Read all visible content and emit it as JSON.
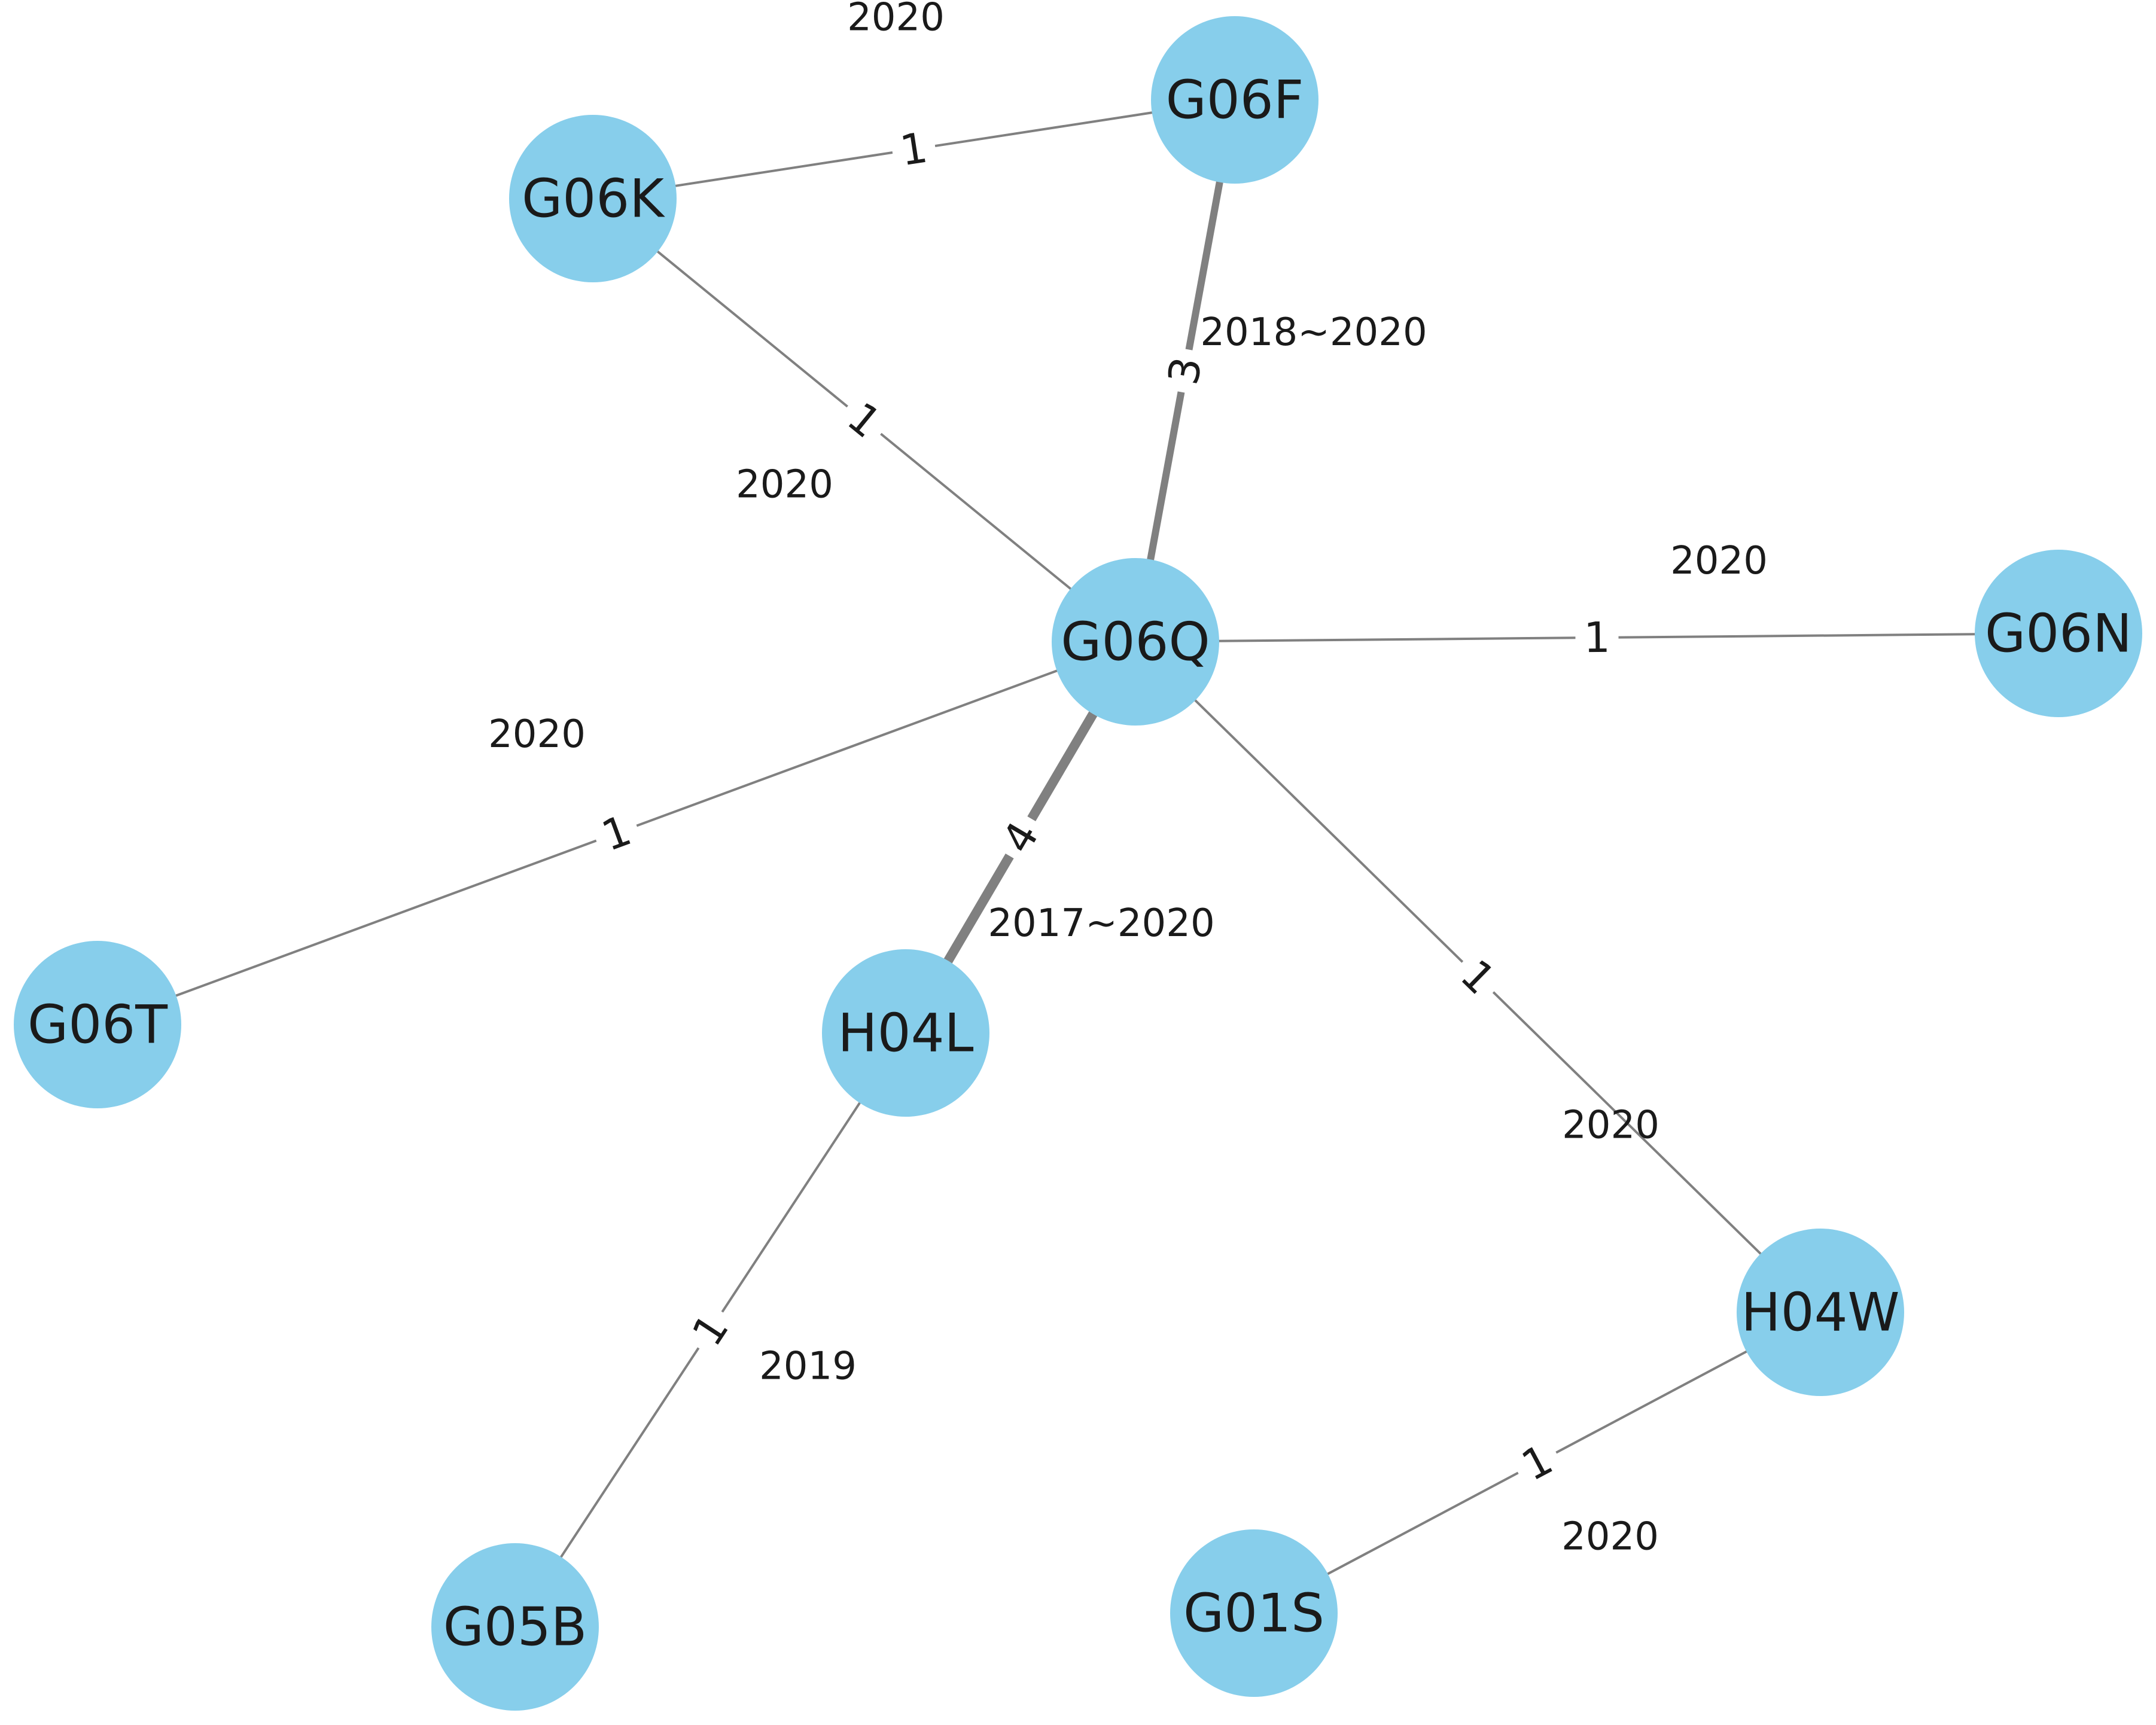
{
  "graph": {
    "colors": {
      "node": "#87ceeb",
      "edge": "#808080",
      "text": "#1a1a1a"
    },
    "nodes": [
      {
        "id": "G06F",
        "label": "G06F"
      },
      {
        "id": "G06K",
        "label": "G06K"
      },
      {
        "id": "G06Q",
        "label": "G06Q"
      },
      {
        "id": "G06N",
        "label": "G06N"
      },
      {
        "id": "G06T",
        "label": "G06T"
      },
      {
        "id": "H04L",
        "label": "H04L"
      },
      {
        "id": "H04W",
        "label": "H04W"
      },
      {
        "id": "G05B",
        "label": "G05B"
      },
      {
        "id": "G01S",
        "label": "G01S"
      }
    ],
    "edges": [
      {
        "source": "G06K",
        "target": "G06F",
        "weight": "1",
        "years": "2020"
      },
      {
        "source": "G06F",
        "target": "G06Q",
        "weight": "3",
        "years": "2018~2020"
      },
      {
        "source": "G06K",
        "target": "G06Q",
        "weight": "1",
        "years": "2020"
      },
      {
        "source": "G06Q",
        "target": "G06N",
        "weight": "1",
        "years": "2020"
      },
      {
        "source": "G06Q",
        "target": "G06T",
        "weight": "1",
        "years": "2020"
      },
      {
        "source": "G06Q",
        "target": "H04L",
        "weight": "4",
        "years": "2017~2020"
      },
      {
        "source": "G06Q",
        "target": "H04W",
        "weight": "1",
        "years": "2020"
      },
      {
        "source": "H04L",
        "target": "G05B",
        "weight": "1",
        "years": "2019"
      },
      {
        "source": "H04W",
        "target": "G01S",
        "weight": "1",
        "years": "2020"
      }
    ]
  }
}
